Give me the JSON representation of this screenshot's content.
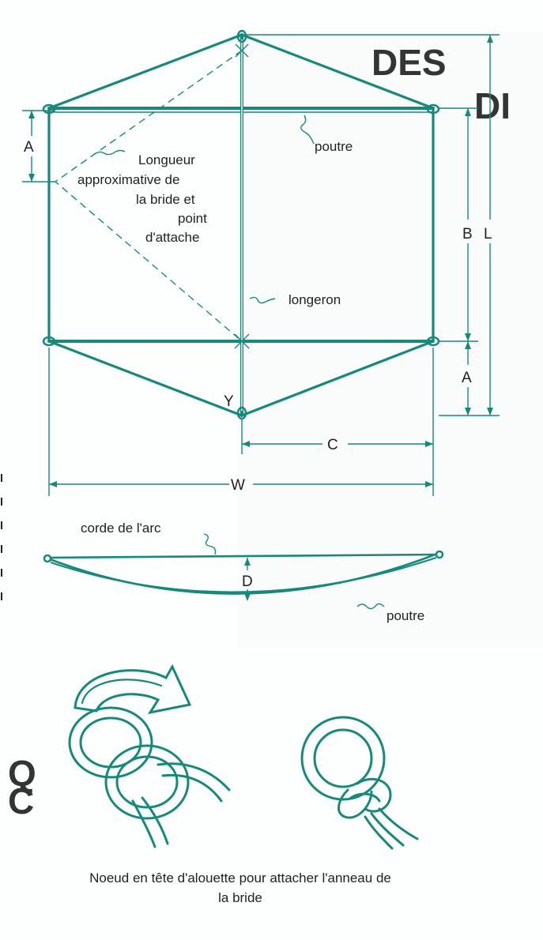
{
  "diagram": {
    "labels": {
      "poutre_top": "poutre",
      "bridle": [
        "Longueur",
        "approximative de",
        "la bride et",
        "point",
        "d'attache"
      ],
      "longeron": "longeron",
      "poutre_bottom": "poutre",
      "corde": "corde de l'arc"
    },
    "dimensions": {
      "A_left": "A",
      "A_right": "A",
      "B": "B",
      "L": "L",
      "C": "C",
      "W": "W",
      "D": "D",
      "Y": "Y"
    },
    "caption": [
      "Noeud en tête d'alouette pour attacher l'anneau de",
      "la bride"
    ],
    "colors": {
      "line": "#17897a",
      "text": "#1f1f1f",
      "background": "#fdfefe"
    },
    "icons": [
      "knot-loop-arrow-icon",
      "knot-finished-icon"
    ]
  }
}
